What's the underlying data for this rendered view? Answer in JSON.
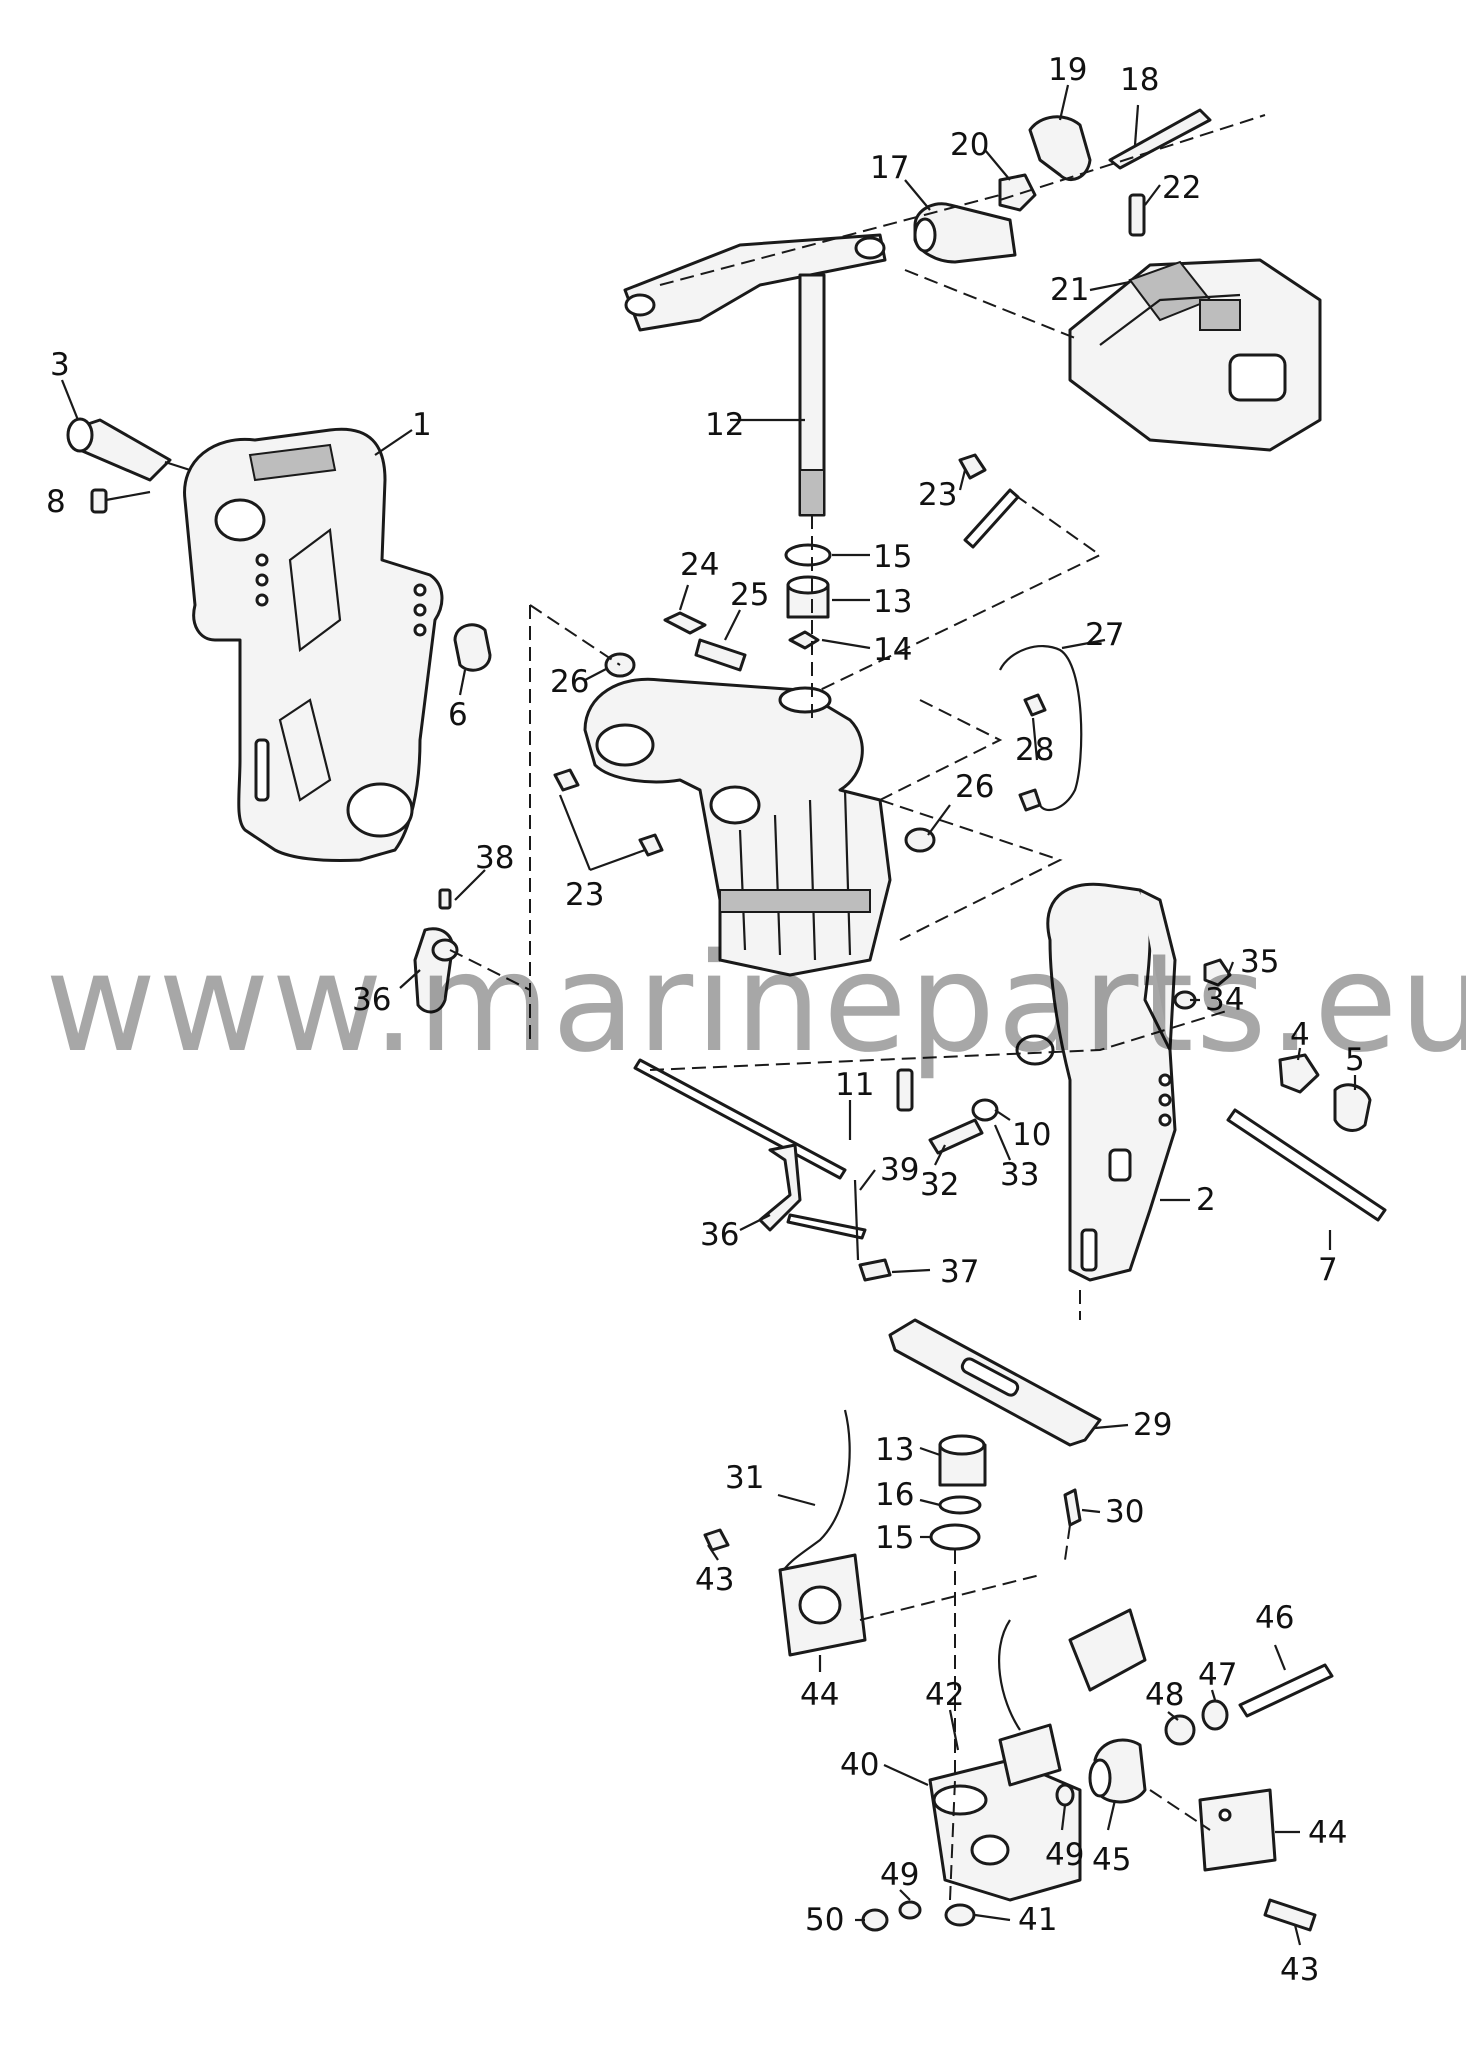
{
  "watermark": "www.marineparts.eu",
  "callouts": [
    "1",
    "2",
    "3",
    "4",
    "5",
    "6",
    "7",
    "8",
    "10",
    "11",
    "12",
    "13",
    "13",
    "14",
    "15",
    "15",
    "16",
    "17",
    "18",
    "19",
    "20",
    "21",
    "22",
    "23",
    "23",
    "24",
    "25",
    "26",
    "26",
    "27",
    "28",
    "29",
    "30",
    "31",
    "32",
    "33",
    "34",
    "35",
    "36",
    "36",
    "37",
    "38",
    "39",
    "40",
    "41",
    "42",
    "43",
    "43",
    "44",
    "44",
    "45",
    "46",
    "47",
    "48",
    "49",
    "49",
    "50"
  ]
}
